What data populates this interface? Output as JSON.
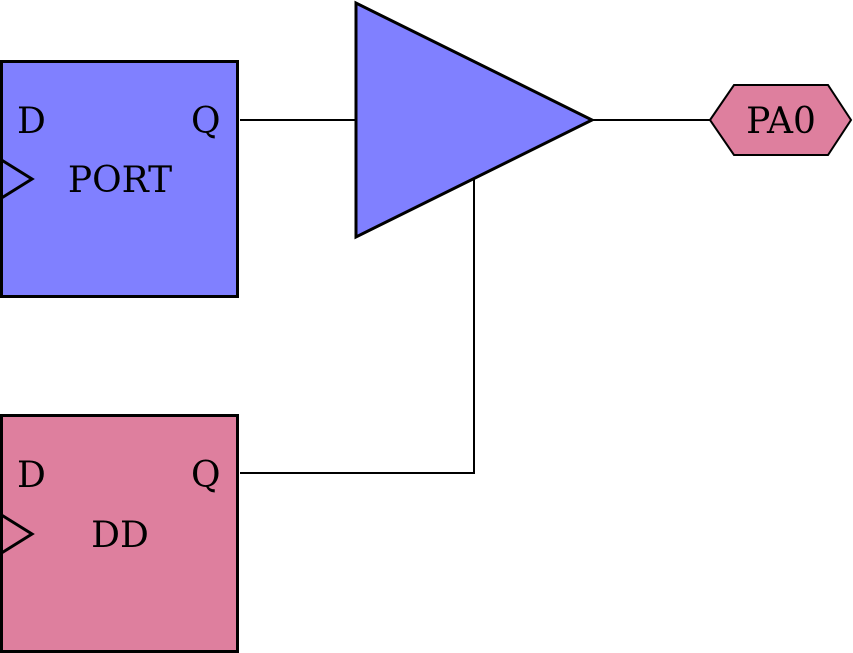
{
  "colors": {
    "port_fill": "#8080ff",
    "dd_fill": "#de7f9e",
    "buffer_fill": "#8080ff",
    "pin_fill": "#de7f9e",
    "stroke": "#000000"
  },
  "flipflops": {
    "port": {
      "d_label": "D",
      "q_label": "Q",
      "name": "PORT"
    },
    "dd": {
      "d_label": "D",
      "q_label": "Q",
      "name": "DD"
    }
  },
  "output_pin": {
    "label": "PA0"
  }
}
